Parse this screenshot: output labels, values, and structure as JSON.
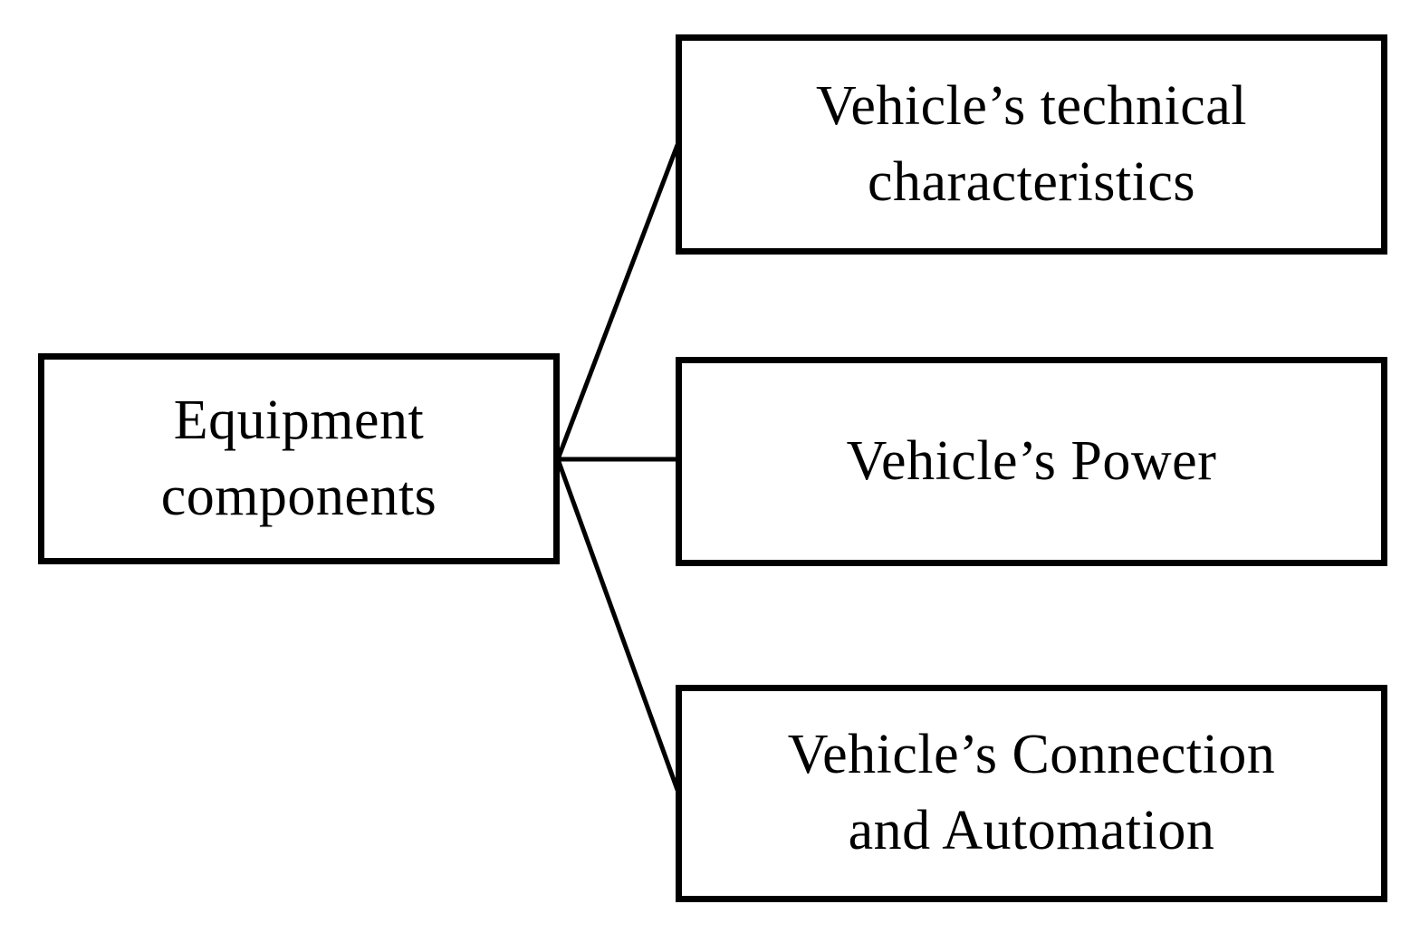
{
  "diagram": {
    "title": "Equipment components diagram",
    "colors": {
      "background": "#ffffff",
      "box_fill": "#ffffff",
      "box_border": "#000000",
      "text": "#000000",
      "connector": "#000000"
    },
    "root": {
      "id": "equipment-components",
      "label": "Equipment\ncomponents"
    },
    "children": [
      {
        "id": "vehicles-technical-characteristics",
        "label": "Vehicle’s technical\ncharacteristics"
      },
      {
        "id": "vehicles-power",
        "label": "Vehicle’s Power"
      },
      {
        "id": "vehicles-connection-and-automation",
        "label": "Vehicle’s Connection\nand Automation"
      }
    ],
    "connections": [
      {
        "from": "equipment-components",
        "to": "vehicles-technical-characteristics"
      },
      {
        "from": "equipment-components",
        "to": "vehicles-power"
      },
      {
        "from": "equipment-components",
        "to": "vehicles-connection-and-automation"
      }
    ]
  }
}
